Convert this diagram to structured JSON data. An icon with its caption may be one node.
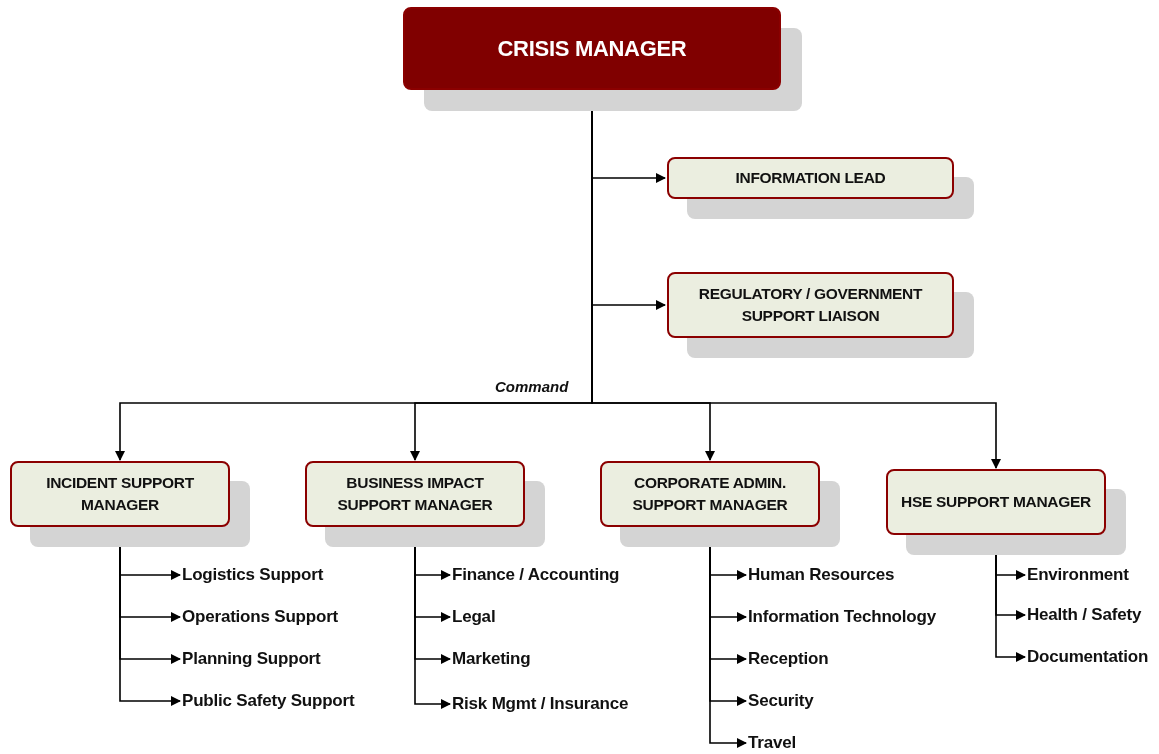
{
  "diagram": {
    "nodes": [
      {
        "text": [
          "CRISIS MANAGER"
        ]
      },
      {
        "text": [
          "INFORMATION LEAD"
        ]
      },
      {
        "text": [
          "REGULATORY / GOVERNMENT SUPPORT LIAISON"
        ]
      },
      {
        "text": [
          "INCIDENT SUPPORT MANAGER"
        ]
      },
      {
        "text": [
          "BUSINESS IMPACT SUPPORT MANAGER"
        ]
      },
      {
        "text": [
          "CORPORATE ADMIN. SUPPORT MANAGER"
        ]
      },
      {
        "text": [
          "HSE SUPPORT MANAGER"
        ]
      },
      {
        "text": [
          "Logistics Support"
        ]
      },
      {
        "text": [
          "Operations Support"
        ]
      },
      {
        "text": [
          "Planning Support"
        ]
      },
      {
        "text": [
          "Public Safety Support"
        ]
      },
      {
        "text": [
          "Finance / Accounting"
        ]
      },
      {
        "text": [
          "Legal"
        ]
      },
      {
        "text": [
          "Marketing"
        ]
      },
      {
        "text": [
          "Risk Mgmt / Insurance"
        ]
      },
      {
        "text": [
          "Human Resources"
        ]
      },
      {
        "text": [
          "Information Technology"
        ]
      },
      {
        "text": [
          "Reception"
        ]
      },
      {
        "text": [
          "Security"
        ]
      },
      {
        "text": [
          "Travel"
        ]
      },
      {
        "text": [
          "Environment"
        ]
      },
      {
        "text": [
          "Health / Safety"
        ]
      },
      {
        "text": [
          "Documentation"
        ]
      }
    ],
    "edges": [
      {
        "from": 0,
        "to": 1,
        "arrow": "to"
      },
      {
        "from": 0,
        "to": 2,
        "arrow": "to"
      },
      {
        "from": 0,
        "to": 3,
        "arrow": "to"
      },
      {
        "from": 0,
        "to": 4,
        "arrow": "to"
      },
      {
        "from": 0,
        "to": 5,
        "arrow": "to"
      },
      {
        "from": 0,
        "to": 6,
        "arrow": "to"
      },
      {
        "from": 3,
        "to": 7,
        "arrow": "to"
      },
      {
        "from": 3,
        "to": 8,
        "arrow": "to"
      },
      {
        "from": 3,
        "to": 9,
        "arrow": "to"
      },
      {
        "from": 3,
        "to": 10,
        "arrow": "to"
      },
      {
        "from": 4,
        "to": 11,
        "arrow": "to"
      },
      {
        "from": 4,
        "to": 12,
        "arrow": "to"
      },
      {
        "from": 4,
        "to": 13,
        "arrow": "to"
      },
      {
        "from": 4,
        "to": 14,
        "arrow": "to"
      },
      {
        "from": 5,
        "to": 15,
        "arrow": "to"
      },
      {
        "from": 5,
        "to": 16,
        "arrow": "to"
      },
      {
        "from": 5,
        "to": 17,
        "arrow": "to"
      },
      {
        "from": 5,
        "to": 18,
        "arrow": "to"
      },
      {
        "from": 5,
        "to": 19,
        "arrow": "to"
      },
      {
        "from": 6,
        "to": 20,
        "arrow": "to"
      },
      {
        "from": 6,
        "to": 21,
        "arrow": "to"
      },
      {
        "from": 6,
        "to": 22,
        "arrow": "to"
      }
    ],
    "labels": [
      "Command"
    ]
  }
}
